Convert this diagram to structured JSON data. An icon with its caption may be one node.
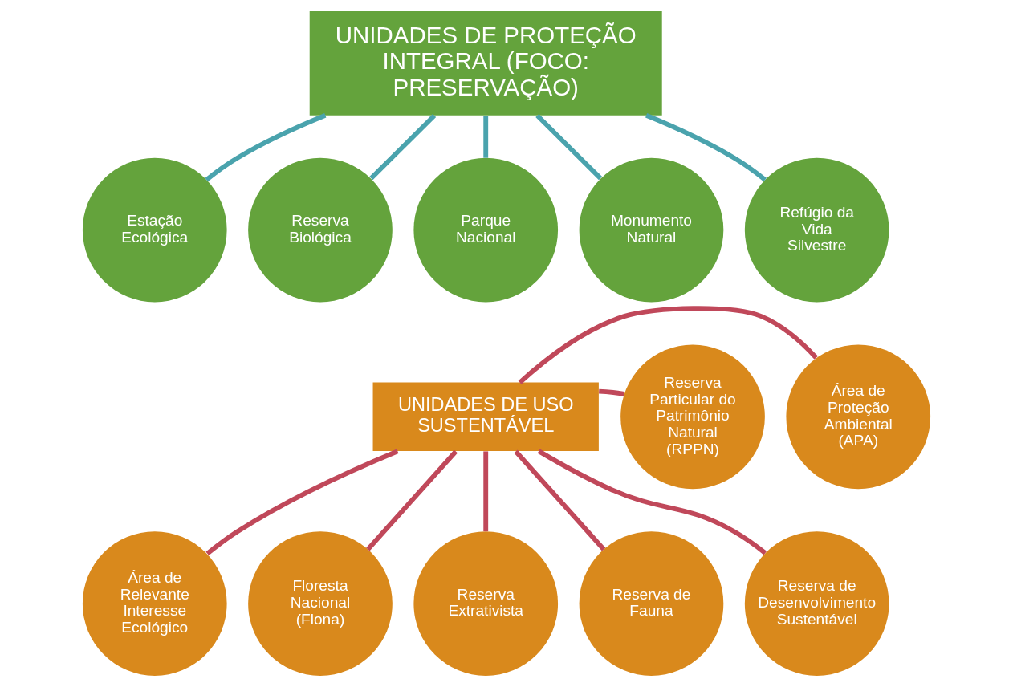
{
  "diagram": {
    "nodes": [
      {
        "text": [
          "UNIDADES DE PROTEÇÃO INTEGRAL (FOCO: PRESERVAÇÃO)"
        ]
      },
      {
        "text": [
          "Estação Ecológica"
        ]
      },
      {
        "text": [
          "Reserva Biológica"
        ]
      },
      {
        "text": [
          "Parque Nacional"
        ]
      },
      {
        "text": [
          "Monumento Natural"
        ]
      },
      {
        "text": [
          "Refúgio da Vida Silvestre"
        ]
      },
      {
        "text": [
          "UNIDADES DE USO SUSTENTÁVEL"
        ]
      },
      {
        "text": [
          "Área de Proteção Ambiental (APA)"
        ]
      },
      {
        "text": [
          "Reserva Particular do Patrimônio Natural (RPPN)"
        ]
      },
      {
        "text": [
          "Área de Relevante Interesse Ecológico"
        ]
      },
      {
        "text": [
          "Floresta Nacional (Flona)"
        ]
      },
      {
        "text": [
          "Reserva Extrativista"
        ]
      },
      {
        "text": [
          "Reserva de Fauna"
        ]
      },
      {
        "text": [
          "Reserva de Desenvolvimento Sustentável"
        ]
      }
    ],
    "edges": [
      {
        "from": 0,
        "to": 1,
        "arrow": "none",
        "color": "#4aa3ad"
      },
      {
        "from": 0,
        "to": 2,
        "arrow": "none",
        "color": "#4aa3ad"
      },
      {
        "from": 0,
        "to": 3,
        "arrow": "none",
        "color": "#4aa3ad"
      },
      {
        "from": 0,
        "to": 4,
        "arrow": "none",
        "color": "#4aa3ad"
      },
      {
        "from": 0,
        "to": 5,
        "arrow": "none",
        "color": "#4aa3ad"
      },
      {
        "from": 6,
        "to": 7,
        "arrow": "none"
      },
      {
        "from": 6,
        "to": 8,
        "arrow": "none"
      },
      {
        "from": 6,
        "to": 9,
        "arrow": "none"
      },
      {
        "from": 6,
        "to": 10,
        "arrow": "none"
      },
      {
        "from": 6,
        "to": 11,
        "arrow": "none"
      },
      {
        "from": 6,
        "to": 12,
        "arrow": "none"
      },
      {
        "from": 6,
        "to": 13,
        "arrow": "none"
      }
    ]
  }
}
